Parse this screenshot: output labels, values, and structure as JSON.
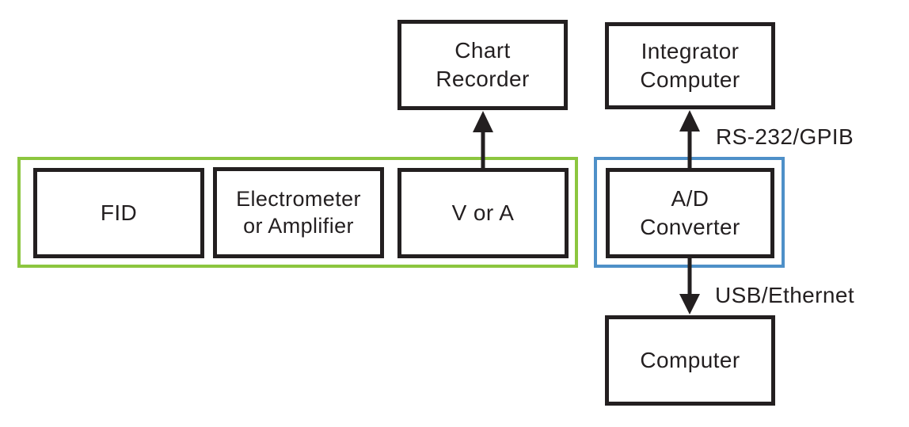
{
  "colors": {
    "ink": "#231f20",
    "background": "#ffffff",
    "detector_group_border": "#8cc63f",
    "converter_group_border": "#4e90c8"
  },
  "nodes": {
    "chart_recorder": {
      "label": [
        "Chart",
        "Recorder"
      ]
    },
    "integrator_computer": {
      "label": [
        "Integrator",
        "Computer"
      ]
    },
    "fid": {
      "label": [
        "FID"
      ]
    },
    "electrometer": {
      "label": [
        "Electrometer",
        "or Amplifier"
      ]
    },
    "v_or_a": {
      "label": [
        "V or A"
      ]
    },
    "ad_converter": {
      "label": [
        "A/D",
        "Converter"
      ]
    },
    "computer": {
      "label": [
        "Computer"
      ]
    }
  },
  "edge_labels": {
    "rs232": "RS-232/GPIB",
    "usb": "USB/Ethernet"
  }
}
